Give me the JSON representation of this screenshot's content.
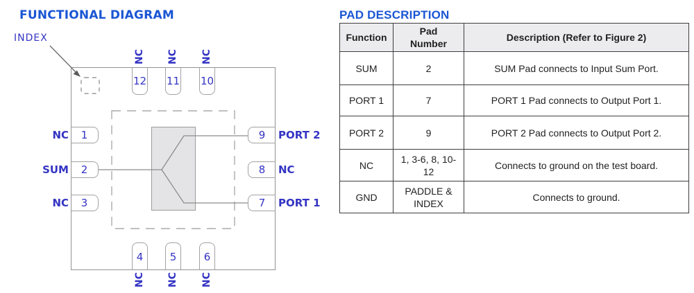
{
  "functional_diagram": {
    "title": "FUNCTIONAL DIAGRAM",
    "index_label": "INDEX",
    "pins": {
      "top": [
        {
          "number": "12",
          "label": "NC"
        },
        {
          "number": "11",
          "label": "NC"
        },
        {
          "number": "10",
          "label": "NC"
        }
      ],
      "left": [
        {
          "number": "1",
          "label": "NC"
        },
        {
          "number": "2",
          "label": "SUM"
        },
        {
          "number": "3",
          "label": "NC"
        }
      ],
      "right": [
        {
          "number": "9",
          "label": "PORT 2"
        },
        {
          "number": "8",
          "label": "NC"
        },
        {
          "number": "7",
          "label": "PORT 1"
        }
      ],
      "bottom": [
        {
          "number": "4",
          "label": "NC"
        },
        {
          "number": "5",
          "label": "NC"
        },
        {
          "number": "6",
          "label": "NC"
        }
      ]
    }
  },
  "pad_description": {
    "title": "PAD DESCRIPTION",
    "table": {
      "headers": [
        "Function",
        "Pad Number",
        "Description (Refer to Figure 2)"
      ],
      "rows": [
        {
          "function": "SUM",
          "pad_number": "2",
          "description": "SUM Pad connects to Input Sum Port."
        },
        {
          "function": "PORT 1",
          "pad_number": "7",
          "description": "PORT 1 Pad connects to Output Port 1."
        },
        {
          "function": "PORT 2",
          "pad_number": "9",
          "description": "PORT 2 Pad connects to Output Port 2."
        },
        {
          "function": "NC",
          "pad_number": "1, 3-6, 8, 10-12",
          "description": "Connects to ground on the test board."
        },
        {
          "function": "GND",
          "pad_number": "PADDLE & INDEX",
          "description": "Connects to ground."
        }
      ]
    }
  },
  "colors": {
    "title_blue": "#1a56d4",
    "pin_label_blue": "#3434c4",
    "chip_outline_gray": "#929292",
    "paddle_fill_gray": "#e4e4e6",
    "table_header_bg": "#ececee",
    "table_border": "#3d3d3d"
  }
}
